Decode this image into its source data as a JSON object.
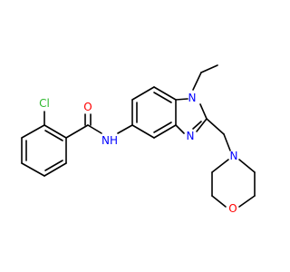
{
  "colors": {
    "bond": "#000000",
    "chlorine": "#2db82d",
    "oxygen": "#ff0000",
    "nitrogen": "#0000ff",
    "background": "#ffffff"
  },
  "atoms": {
    "cl": "Cl",
    "o_carbonyl": "O",
    "nh_amide": "NH",
    "n_ethyl": "N",
    "n_imidazole": "N",
    "n_morpholine": "N",
    "o_morpholine": "O"
  }
}
